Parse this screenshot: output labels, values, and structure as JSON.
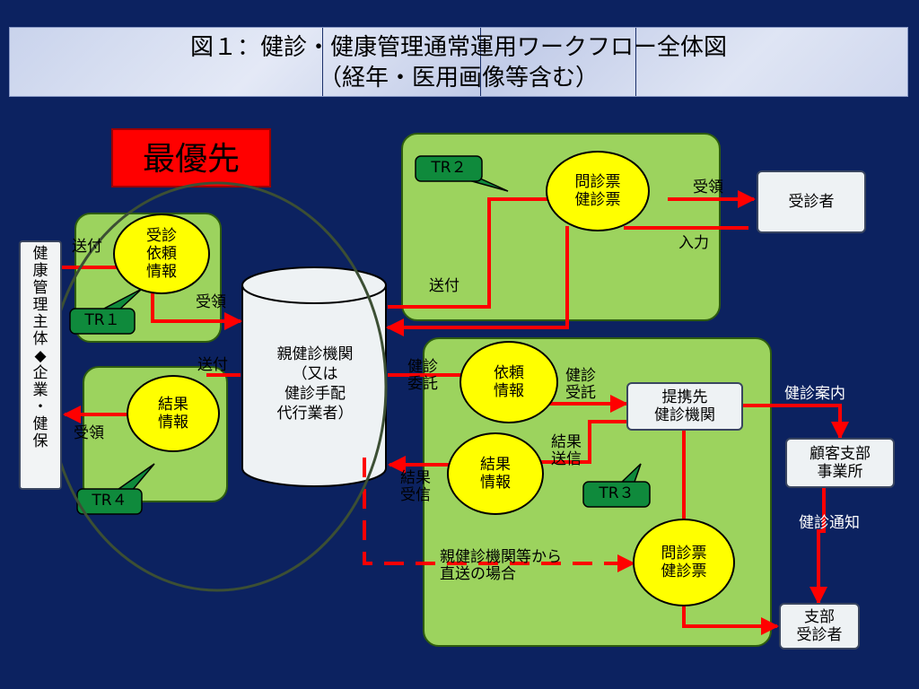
{
  "title": {
    "line1": "図１：健診・健康管理通常運用ワークフロー全体図",
    "line2": "（経年・医用画像等含む）"
  },
  "priority_label": "最優先",
  "left_entity": {
    "chars": [
      "健",
      "康",
      "管",
      "理",
      "主",
      "体",
      "◆",
      "企",
      "業",
      "・",
      "健",
      "保"
    ]
  },
  "nodes": {
    "request_info_left": "受診\n依頼\n情報",
    "result_info_left": "結果\n情報",
    "parent_facility": "親健診機関\n（又は\n健診手配\n代行業者）",
    "questionnaire_top": "問診票\n健診票",
    "examinee": "受診者",
    "request_info_mid": "依頼\n情報",
    "result_info_mid": "結果\n情報",
    "partner_facility": "提携先\n健診機関",
    "branch_office": "顧客支部\n事業所",
    "questionnaire_bottom": "問診票\n健診票",
    "branch_examinee": "支部\n受診者"
  },
  "tags": {
    "tr1": "TR１",
    "tr2": "TR２",
    "tr3": "TR３",
    "tr4": "TR４"
  },
  "labels": {
    "send_left": "送付",
    "receive_left": "受領",
    "send_left2": "送付",
    "receive_left2": "受領",
    "send_top": "送付",
    "receive_top": "受領",
    "input_top": "入力",
    "entrust": "健診\n委託",
    "accept": "健診\n受託",
    "result_send": "結果\n送信",
    "result_receive": "結果\n受信",
    "guide": "健診案内",
    "notice": "健診通知",
    "direct": "親健診機関等から\n直送の場合"
  },
  "colors": {
    "background": "#0c2260",
    "panel": "#9cd35e",
    "node": "#ffff00",
    "arrow": "#ff0000",
    "tag": "#0f8a3c"
  }
}
